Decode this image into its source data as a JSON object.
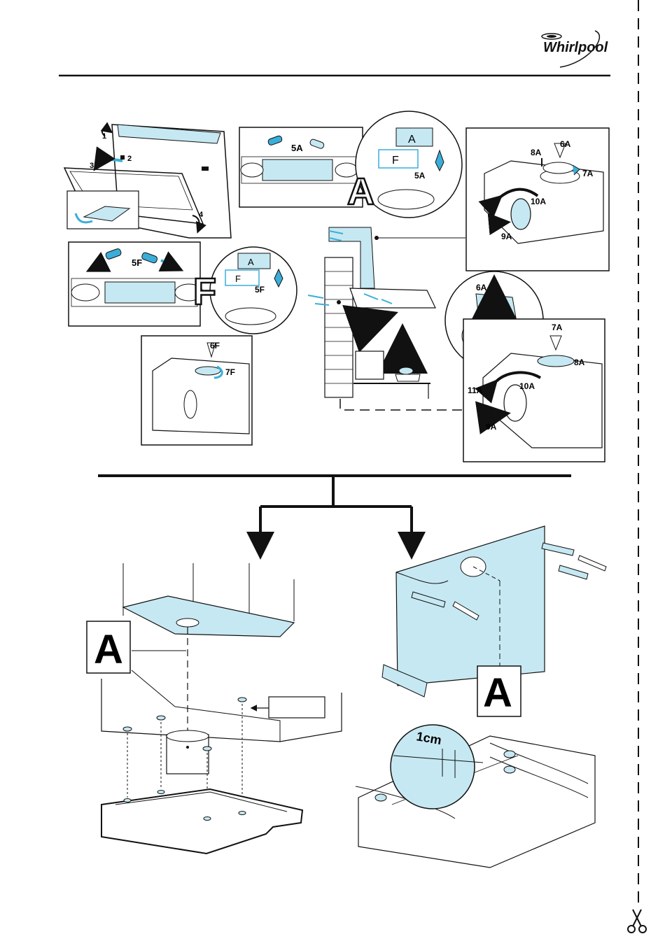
{
  "brand": {
    "logo_text": "Whirlpool"
  },
  "colors": {
    "accent": "#c6e8f2",
    "accent_dark": "#3aaed8",
    "line": "#1a1a1a"
  },
  "step_labels": {
    "s1": "1",
    "s2": "2",
    "s3": "3",
    "s4": "4",
    "s5A": "5A",
    "s5A_zoom": "5A",
    "s5F": "5F",
    "s5F_zoom": "5F",
    "s6A": "6A",
    "s7A": "7A",
    "s8A": "8A",
    "s9A": "9A",
    "s10A": "10A",
    "s6A_b": "6A",
    "s7A_b": "7A",
    "s8A_b": "8A",
    "s9A_b": "9A",
    "s10A_b": "10A",
    "s11A": "11A",
    "s6F": "6F",
    "s7F": "7F"
  },
  "mode_letters": {
    "recirc_big": "A",
    "filter_big": "F",
    "card_A": "A",
    "card_F": "F",
    "card_A2": "A",
    "card_F2": "F",
    "label_A_left": "A",
    "label_A_right": "A"
  },
  "measurement": {
    "gap": "1cm"
  },
  "icons": {
    "cut": "scissors-icon"
  }
}
